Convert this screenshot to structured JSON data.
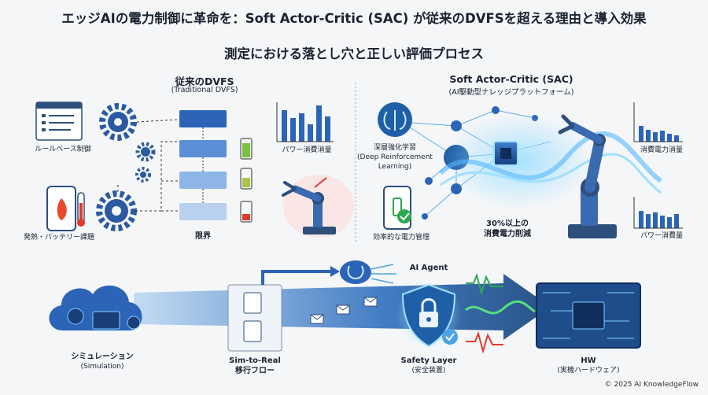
{
  "title": "エッジAIの電力制御に革命を：Soft Actor-Critic (SAC) が従来のDVFSを超える理由と導入効果",
  "subtitle": "測定における落とし穴と正しい評価プロセス",
  "left": {
    "heading": "従来のDVFS",
    "heading_sub": "(Traditional DVFS)",
    "rule_label": "ルールベース制御",
    "heat_label": "発熱・バッテリー課題",
    "power_label": "パワー消費消量",
    "limit_label": "限界"
  },
  "right": {
    "heading": "Soft Actor-Critic (SAC)",
    "heading_sub": "(AI駆動型ナレッジプラットフォーム)",
    "drl_label_1": "深層強化学習",
    "drl_label_2": "(Deep Reinforcement",
    "drl_label_3": "Learning)",
    "efficient_label": "効率的な電力管理",
    "reduction_line1": "30%以上の",
    "reduction_line2": "消費電力削減",
    "power_top_label": "消費電力消量",
    "power_bottom_label": "パワー消費量"
  },
  "bottom": {
    "sim_label": "シミュレーション",
    "sim_sub": "(Simulation)",
    "s2r_label": "Sim-to-Real",
    "s2r_sub": "移行フロー",
    "agent_label": "AI Agent",
    "safety_label": "Safety Layer",
    "safety_sub": "(安全装置)",
    "hw_label": "HW",
    "hw_sub": "(実機ハードウェア)"
  },
  "copyright": "© 2025 AI KnowledgeFlow",
  "colors": {
    "accent": "#1f5fa8",
    "light": "#4da3e6",
    "glow": "#7fd0ff",
    "warn": "#e03b2b",
    "ok": "#2fa84f"
  }
}
